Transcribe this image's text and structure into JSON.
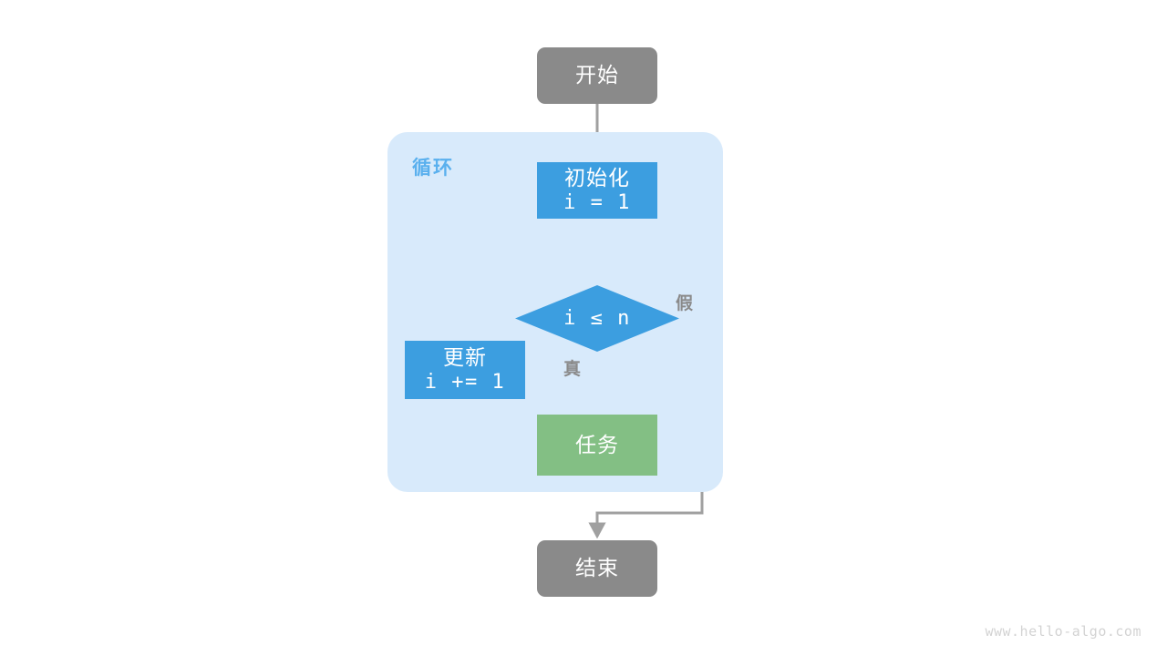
{
  "diagram": {
    "title_label": "循环",
    "watermark": "www.hello-algo.com",
    "colors": {
      "terminal": "#8a8a8a",
      "process": "#3c9ee0",
      "task": "#83bf84",
      "container": "#d8eafb",
      "container_label": "#5ab0ee",
      "connector": "#a0a0a0",
      "text_on_shape": "#ffffff",
      "watermark": "#d3d3d3"
    },
    "nodes": {
      "start": {
        "label": "开始",
        "shape": "rounded-rect",
        "kind": "terminal"
      },
      "init": {
        "label": "初始化",
        "code": "i = 1",
        "shape": "rect",
        "kind": "process"
      },
      "decision": {
        "label": "i ≤ n",
        "shape": "diamond",
        "kind": "decision"
      },
      "update": {
        "label": "更新",
        "code": "i += 1",
        "shape": "rect",
        "kind": "process"
      },
      "task": {
        "label": "任务",
        "shape": "rect",
        "kind": "task"
      },
      "end": {
        "label": "结束",
        "shape": "rounded-rect",
        "kind": "terminal"
      }
    },
    "edge_labels": {
      "true": "真",
      "false": "假"
    },
    "edges": [
      {
        "from": "start",
        "to": "init",
        "label": ""
      },
      {
        "from": "init",
        "to": "decision",
        "label": ""
      },
      {
        "from": "decision",
        "to": "task",
        "label": "真"
      },
      {
        "from": "decision",
        "to": "end",
        "label": "假"
      },
      {
        "from": "task",
        "to": "update",
        "label": ""
      },
      {
        "from": "update",
        "to": "decision",
        "label": ""
      }
    ]
  }
}
